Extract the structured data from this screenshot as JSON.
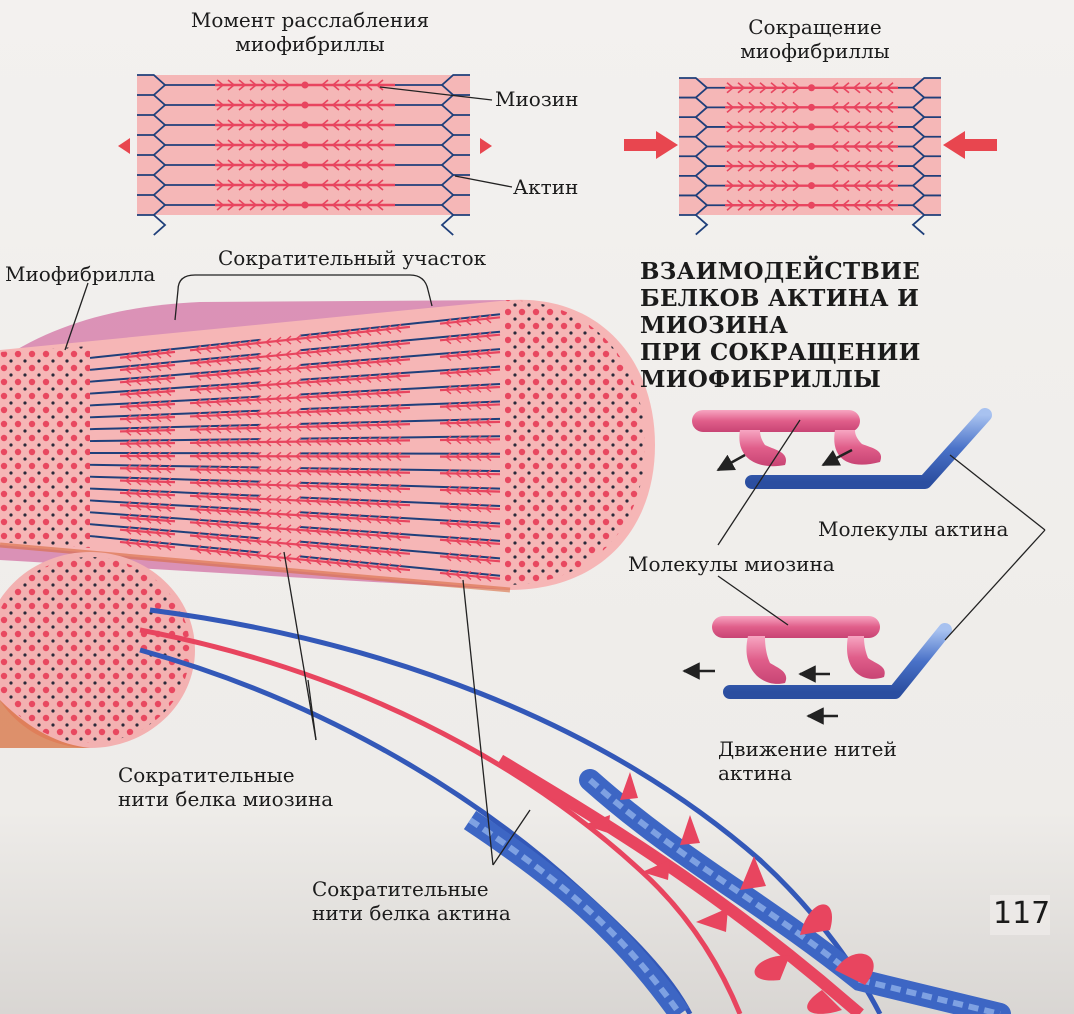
{
  "labels": {
    "relaxed_line1": "Момент расслабления",
    "relaxed_line2": "миофибриллы",
    "contracted_line1": "Сокращение",
    "contracted_line2": "миофибриллы",
    "myosin": "Миозин",
    "actin": "Актин",
    "myofibril": "Миофибрилла",
    "sarcomere": "Сократительный участок",
    "myosin_filaments_line1": "Сократительные",
    "myosin_filaments_line2": "нити белка миозина",
    "actin_filaments_line1": "Сократительные",
    "actin_filaments_line2": "нити белка актина",
    "myosin_molecules": "Молекулы миозина",
    "actin_molecules": "Молекулы актина",
    "actin_movement_line1": "Движение нитей",
    "actin_movement_line2": "актина"
  },
  "heading": {
    "line1": "ВЗАИМОДЕЙСТВИЕ",
    "line2": "БЕЛКОВ АКТИНА И МИОЗИНА",
    "line3": "ПРИ СОКРАЩЕНИИ",
    "line4": "МИОФИБРИЛЛЫ"
  },
  "page_number": "117",
  "colors": {
    "background": "#f1efed",
    "myofibril_fill": "#f5b5b5",
    "myosin": "#e8455f",
    "actin": "#1f3f7a",
    "actin_model": "#4f79d0",
    "myosin_model": "#e0658a",
    "arrow_red": "#e8464f"
  }
}
